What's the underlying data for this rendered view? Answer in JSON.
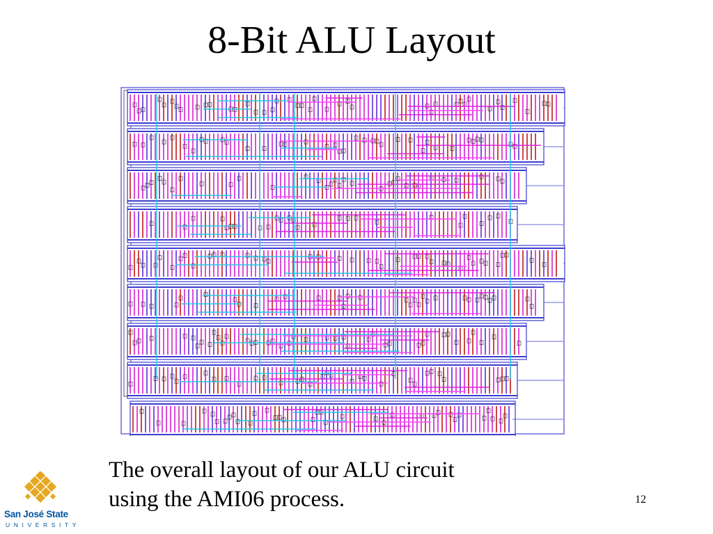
{
  "slide": {
    "title": "8-Bit ALU Layout",
    "caption_line1": "The overall layout of our ALU circuit",
    "caption_line2": "using the AMI06 process.",
    "page_number": "12"
  },
  "figure": {
    "icon": "ic-layout-image",
    "row_count": 9
  },
  "logo": {
    "name": "San José State",
    "subname": "UNIVERSITY",
    "mark_color": "#e5a823",
    "text_color": "#0055a2"
  }
}
